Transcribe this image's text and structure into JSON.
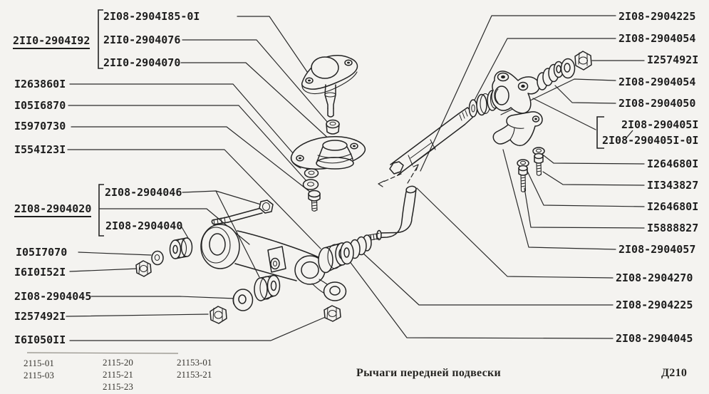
{
  "page": {
    "paper_color": "#f4f3f0",
    "ink_color": "#232323"
  },
  "caption": {
    "text": "Рычаги передней подвески",
    "code": "Д210"
  },
  "labels_left": [
    {
      "number": "2108-2904185-01",
      "display": "2I08-2904I85-0I"
    },
    {
      "number": "2110-2904192",
      "display": "2II0-2904I92",
      "underlined": true
    },
    {
      "number": "2110-2904076",
      "display": "2II0-2904076"
    },
    {
      "number": "2110-2904070",
      "display": "2II0-2904070"
    },
    {
      "number": "12638601",
      "display": "I263860I"
    },
    {
      "number": "10516870",
      "display": "I05I6870"
    },
    {
      "number": "15970730",
      "display": "I5970730"
    },
    {
      "number": "15541231",
      "display": "I554I23I"
    },
    {
      "number": "2108-2904046",
      "display": "2I08-2904046"
    },
    {
      "number": "2108-2904020",
      "display": "2I08-2904020",
      "underlined": true
    },
    {
      "number": "2108-2904040",
      "display": "2I08-2904040"
    },
    {
      "number": "10517070",
      "display": "I05I7070"
    },
    {
      "number": "16101521",
      "display": "I6I0I52I"
    },
    {
      "number": "2108-2904045",
      "display": "2I08-2904045"
    },
    {
      "number": "12574921",
      "display": "I257492I"
    },
    {
      "number": "16105011",
      "display": "I6I050II"
    }
  ],
  "labels_right": [
    {
      "number": "2108-2904225",
      "display": "2I08-2904225"
    },
    {
      "number": "2108-2904054",
      "display": "2I08-2904054"
    },
    {
      "number": "12574921",
      "display": "I257492I"
    },
    {
      "number": "2108-2904054",
      "display": "2I08-2904054"
    },
    {
      "number": "2108-2904050",
      "display": "2I08-2904050"
    },
    {
      "number": "2108-2904051",
      "display": "2I08-290405I"
    },
    {
      "number": "2108-2904051-01",
      "display": "2I08-290405I-0I"
    },
    {
      "number": "12646801",
      "display": "I264680I"
    },
    {
      "number": "11343827",
      "display": "II343827"
    },
    {
      "number": "12646801",
      "display": "I264680I"
    },
    {
      "number": "15888827",
      "display": "I5888827"
    },
    {
      "number": "2108-2904057",
      "display": "2I08-2904057"
    },
    {
      "number": "2108-2904270",
      "display": "2I08-2904270"
    },
    {
      "number": "2108-2904225",
      "display": "2I08-2904225"
    },
    {
      "number": "2108-2904045",
      "display": "2I08-2904045"
    }
  ],
  "footer_models": {
    "columns": [
      [
        "2115-01",
        "2115-03"
      ],
      [
        "2115-20",
        "2115-21",
        "2115-23"
      ],
      [
        "21153-01",
        "21153-21"
      ]
    ]
  }
}
